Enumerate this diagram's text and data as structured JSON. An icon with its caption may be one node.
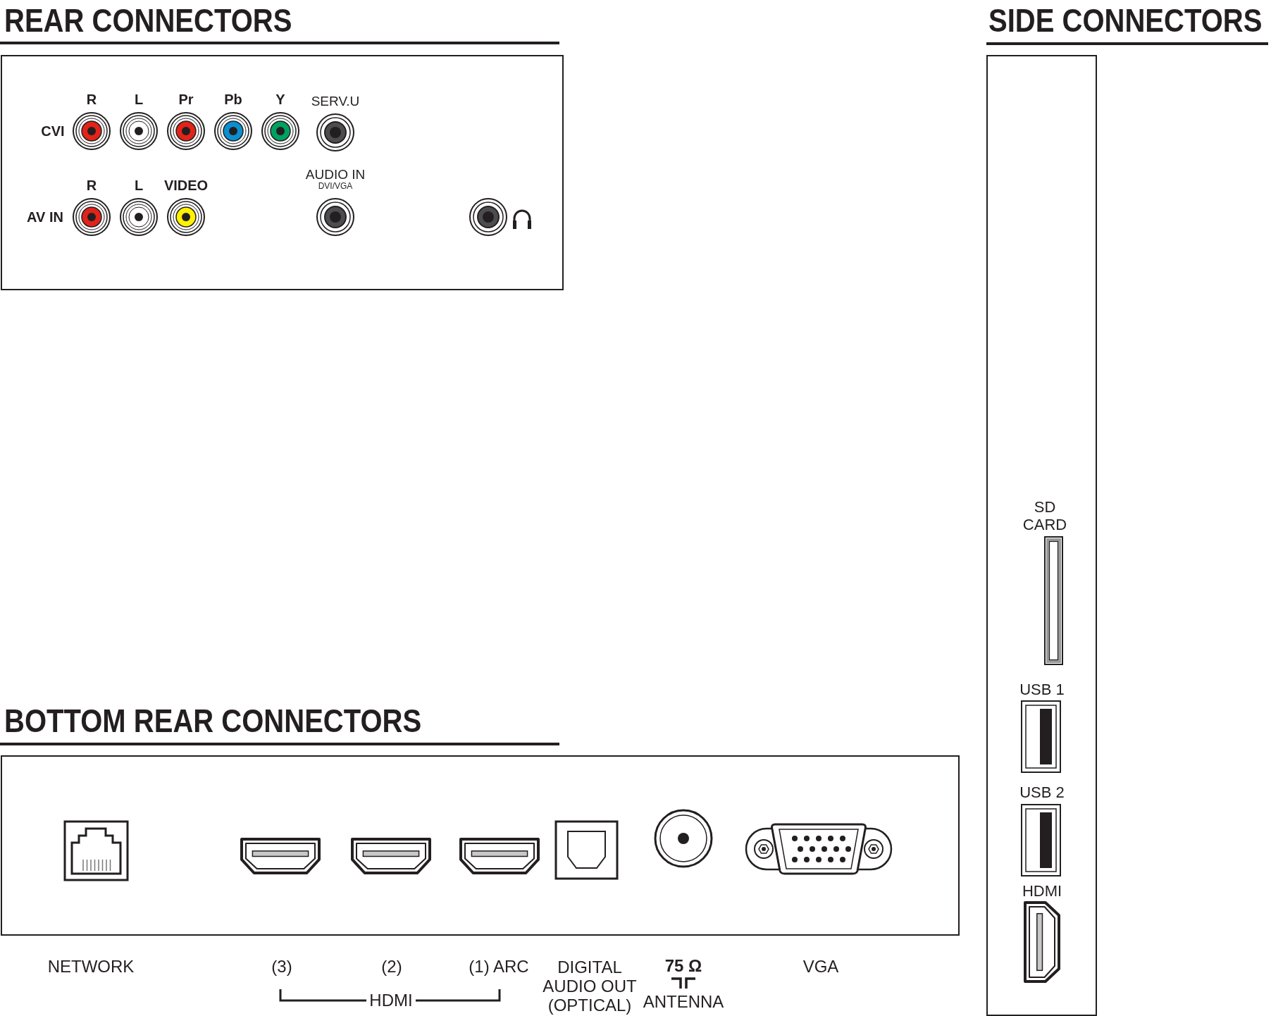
{
  "diagram": {
    "nodes": [
      {
        "text": [
          "REAR CONNECTORS"
        ]
      },
      {
        "text": [
          "SIDE CONNECTORS"
        ]
      },
      {
        "text": [
          "BOTTOM REAR CONNECTORS"
        ]
      }
    ],
    "labels": [
      "R",
      "L",
      "Pr",
      "Pb",
      "Y",
      "SERV.U",
      "CVI",
      "R",
      "L",
      "VIDEO",
      "AUDIO IN",
      "DVI/VGA",
      "AV IN",
      "SD CARD",
      "USB 1",
      "USB 2",
      "HDMI",
      "NETWORK",
      "(3)",
      "(2)",
      "(1) ARC",
      "DIGITAL AUDIO OUT (OPTICAL)",
      "75 Ω",
      "VGA",
      "HDMI",
      "ANTENNA"
    ]
  }
}
